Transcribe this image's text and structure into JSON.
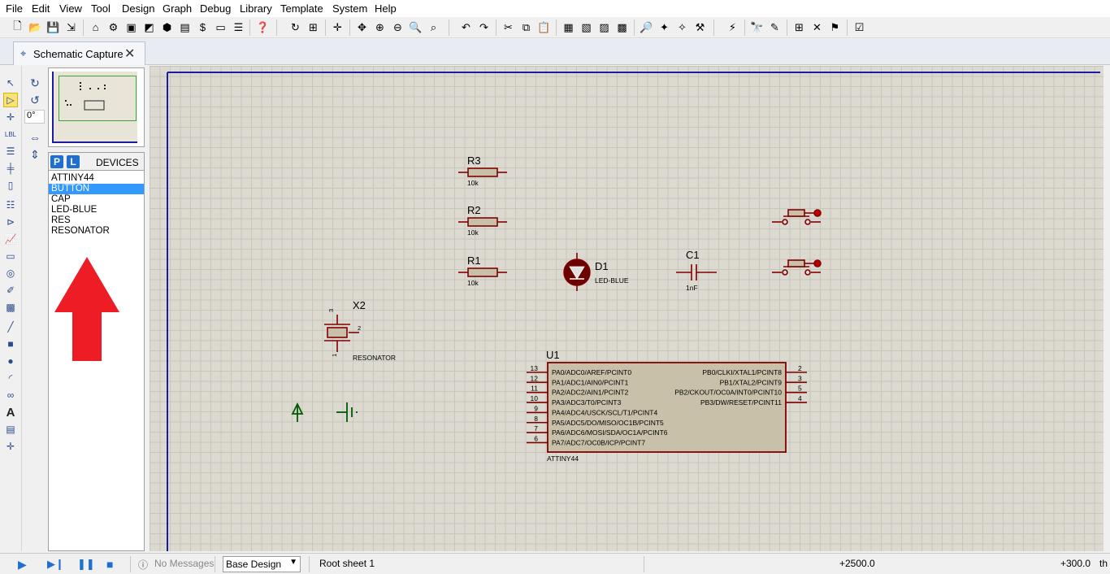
{
  "menu": [
    "File",
    "Edit",
    "View",
    "Tool",
    "Design",
    "Graph",
    "Debug",
    "Library",
    "Template",
    "System",
    "Help"
  ],
  "tab": {
    "label": "Schematic Capture"
  },
  "rotation": {
    "angle": "0°"
  },
  "devices": {
    "p_label": "P",
    "l_label": "L",
    "title": "DEVICES",
    "items": [
      "ATTINY44",
      "BUTTON",
      "CAP",
      "LED-BLUE",
      "RES",
      "RESONATOR"
    ],
    "selected": "BUTTON"
  },
  "schematic": {
    "r3": {
      "ref": "R3",
      "value": "10k"
    },
    "r2": {
      "ref": "R2",
      "value": "10k"
    },
    "r1": {
      "ref": "R1",
      "value": "10k"
    },
    "d1": {
      "ref": "D1",
      "value": "LED-BLUE"
    },
    "c1": {
      "ref": "C1",
      "value": "1nF"
    },
    "x2": {
      "ref": "X2",
      "value": "RESONATOR",
      "pin_top": "3",
      "pin_right": "2",
      "pin_bottom": "1"
    },
    "u1": {
      "ref": "U1",
      "value": "ATTINY44",
      "left_pins": [
        {
          "num": "13",
          "name": "PA0/ADC0/AREF/PCINT0"
        },
        {
          "num": "12",
          "name": "PA1/ADC1/AIN0/PCINT1"
        },
        {
          "num": "11",
          "name": "PA2/ADC2/AIN1/PCINT2"
        },
        {
          "num": "10",
          "name": "PA3/ADC3/T0/PCINT3"
        },
        {
          "num": "9",
          "name": "PA4/ADC4/USCK/SCL/T1/PCINT4"
        },
        {
          "num": "8",
          "name": "PA5/ADC5/DO/MISO/OC1B/PCINT5"
        },
        {
          "num": "7",
          "name": "PA6/ADC6/MOSI/SDA/OC1A/PCINT6"
        },
        {
          "num": "6",
          "name": "PA7/ADC7/OC0B/ICP/PCINT7"
        }
      ],
      "right_pins": [
        {
          "num": "2",
          "name": "PB0/CLKI/XTAL1/PCINT8"
        },
        {
          "num": "3",
          "name": "PB1/XTAL2/PCINT9"
        },
        {
          "num": "5",
          "name": "PB2/CKOUT/OC0A/INT0/PCINT10"
        },
        {
          "num": "4",
          "name": "PB3/DW/RESET/PCINT11"
        }
      ]
    }
  },
  "status": {
    "messages": "No Messages",
    "design": "Base Design",
    "sheet": "Root sheet 1",
    "coord_x": "+2500.0",
    "coord_y": "+300.0",
    "unit": "th"
  },
  "colors": {
    "component": "#800000",
    "canvas_bg": "#dcdad0",
    "selection": "#3399ff",
    "arrow": "#ee1c24",
    "green_symbol": "#005a00"
  }
}
